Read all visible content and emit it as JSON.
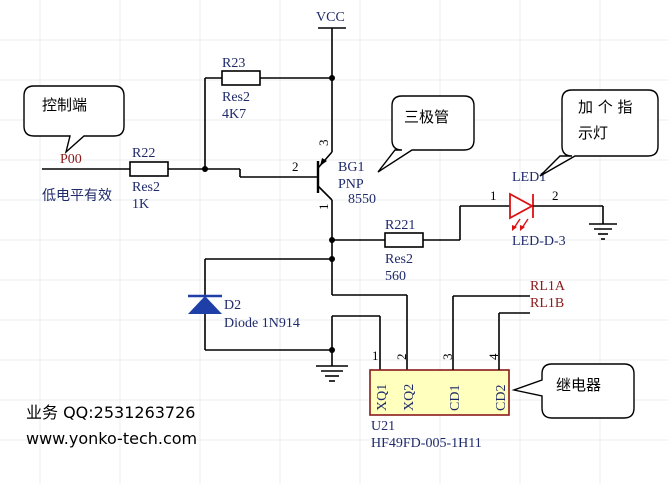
{
  "net": {
    "vcc": "VCC",
    "p00": "P00",
    "rl1a": "RL1A",
    "rl1b": "RL1B"
  },
  "r23": {
    "ref": "R23",
    "model": "Res2",
    "value": "4K7"
  },
  "r22": {
    "ref": "R22",
    "model": "Res2",
    "value": "1K"
  },
  "r221": {
    "ref": "R221",
    "model": "Res2",
    "value": "560"
  },
  "bg1": {
    "ref": "BG1",
    "type": "PNP",
    "value": "8550",
    "pin_b": "2",
    "pin_e": "3",
    "pin_c": "1"
  },
  "led1": {
    "ref": "LED1",
    "model": "LED-D-3",
    "pin_a": "1",
    "pin_k": "2"
  },
  "d2": {
    "ref": "D2",
    "model": "Diode 1N914"
  },
  "u21": {
    "ref": "U21",
    "model": "HF49FD-005-1H11",
    "pins": [
      {
        "num": "1",
        "name": "XQ1"
      },
      {
        "num": "2",
        "name": "XQ2"
      },
      {
        "num": "3",
        "name": "CD1"
      },
      {
        "num": "4",
        "name": "CD2"
      }
    ]
  },
  "notes": {
    "control": "控制端",
    "active_low": "低电平有效",
    "transistor": "三极管",
    "indicator_line1": "加 个 指",
    "indicator_line2": "示灯",
    "relay": "继电器"
  },
  "footer": {
    "qq": "业务 QQ:2531263726",
    "site": "www.yonko-tech.com"
  }
}
